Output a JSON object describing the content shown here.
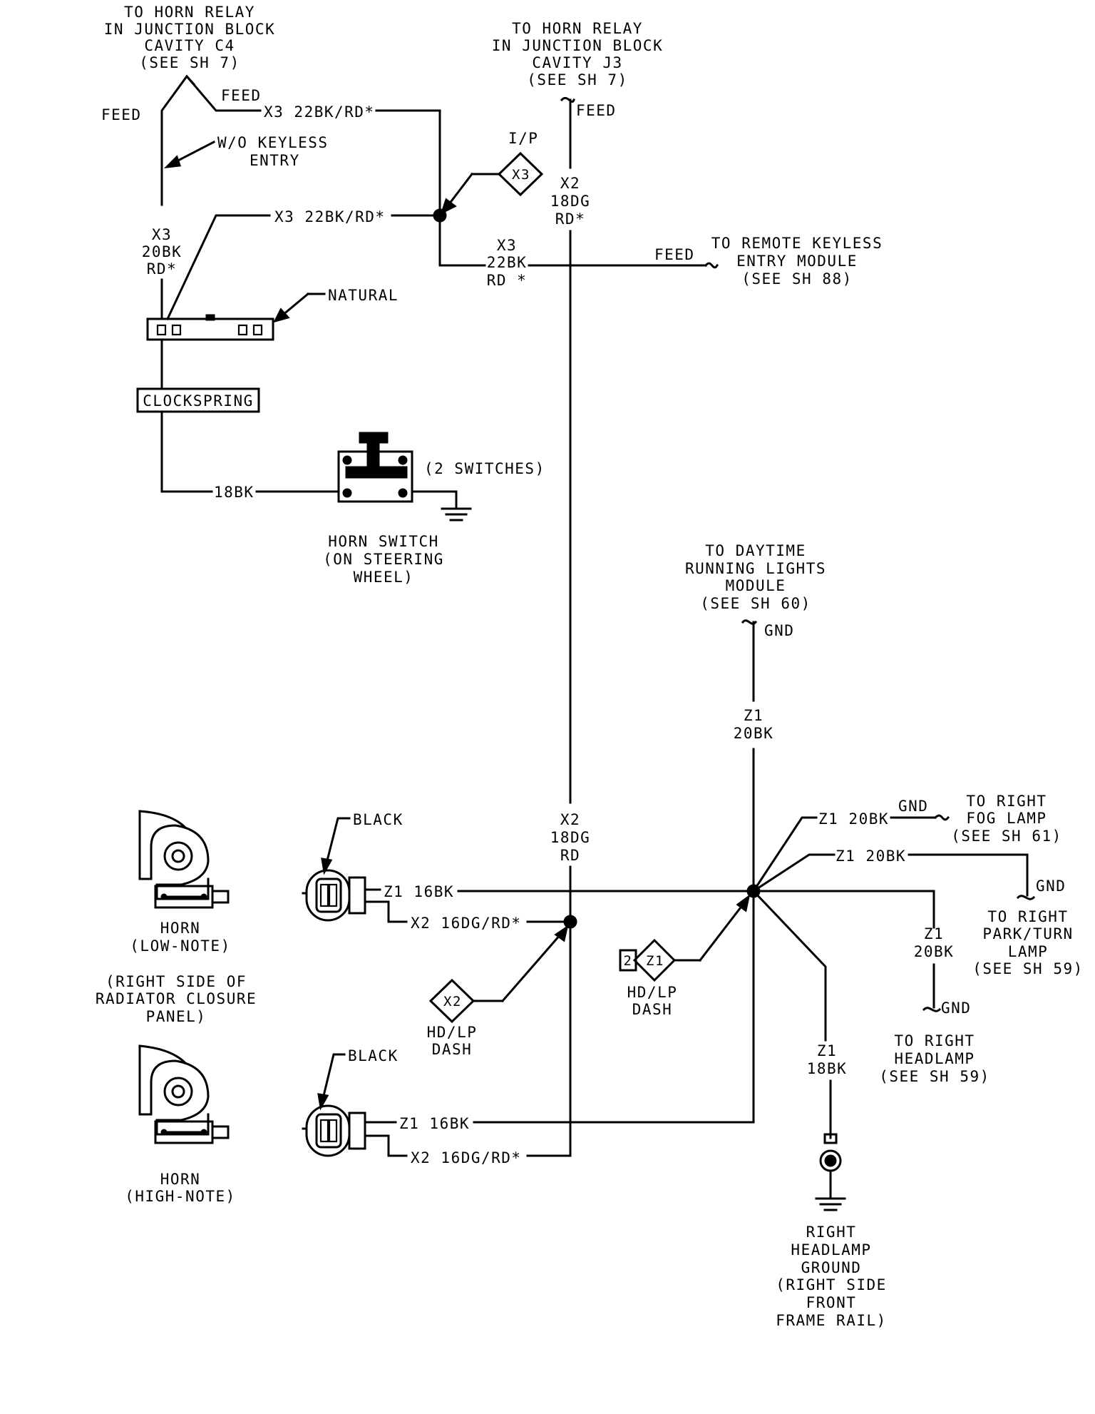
{
  "blocks": {
    "horn_relay_c4": [
      "TO HORN RELAY",
      "IN JUNCTION BLOCK",
      "CAVITY C4",
      "(SEE SH 7)"
    ],
    "horn_relay_j3": [
      "TO HORN RELAY",
      "IN JUNCTION BLOCK",
      "CAVITY J3",
      "(SEE SH 7)"
    ],
    "keyless_module": [
      "TO REMOTE KEYLESS",
      "ENTRY MODULE",
      "(SEE SH 88)"
    ],
    "wo_keyless": [
      "W/O KEYLESS",
      "ENTRY"
    ],
    "horn_switch": [
      "HORN SWITCH",
      "(ON STEERING",
      "WHEEL)"
    ],
    "drl_module": [
      "TO DAYTIME",
      "RUNNING LIGHTS",
      "MODULE",
      "(SEE SH 60)"
    ],
    "fog_lamp": [
      "TO RIGHT",
      "FOG LAMP",
      "(SEE SH 61)"
    ],
    "park_turn": [
      "TO RIGHT",
      "PARK/TURN",
      "LAMP",
      "(SEE SH 59)"
    ],
    "headlamp": [
      "TO RIGHT",
      "HEADLAMP",
      "(SEE SH 59)"
    ],
    "horn_low": [
      "HORN",
      "(LOW-NOTE)"
    ],
    "radiator": [
      "(RIGHT SIDE OF",
      "RADIATOR CLOSURE",
      "PANEL)"
    ],
    "horn_high": [
      "HORN",
      "(HIGH-NOTE)"
    ],
    "hd_lp_dash_x2": [
      "HD/LP",
      "DASH"
    ],
    "hd_lp_dash_z1": [
      "HD/LP",
      "DASH"
    ],
    "headlamp_ground": [
      "RIGHT",
      "HEADLAMP",
      "GROUND",
      "(RIGHT SIDE",
      "FRONT",
      "FRAME RAIL)"
    ]
  },
  "labels": {
    "feed": "FEED",
    "x3_22bk_rd": "X3 22BK/RD*",
    "ip": "I/P",
    "x3": "X3",
    "x2": "X2",
    "z1": "Z1",
    "two": "2",
    "x3_20bk_rd": [
      "X3",
      "20BK",
      "RD*"
    ],
    "x3_22bk_rd_stack": [
      "X3",
      "22BK",
      "RD *"
    ],
    "x2_18dg_rd_top": [
      "X2",
      "18DG",
      "RD*"
    ],
    "x2_18dg_rd_bottom": [
      "X2",
      "18DG",
      "RD"
    ],
    "natural": "NATURAL",
    "clockspring": "CLOCKSPRING",
    "bk18": "18BK",
    "two_switches": "(2 SWITCHES)",
    "gnd": "GND",
    "z1_20bk_stack": [
      "Z1",
      "20BK"
    ],
    "z1_20bk": "Z1 20BK",
    "z1_18bk_stack": [
      "Z1",
      "18BK"
    ],
    "black": "BLACK",
    "z1_16bk": "Z1 16BK",
    "x2_16dg_rd": "X2 16DG/RD*"
  }
}
